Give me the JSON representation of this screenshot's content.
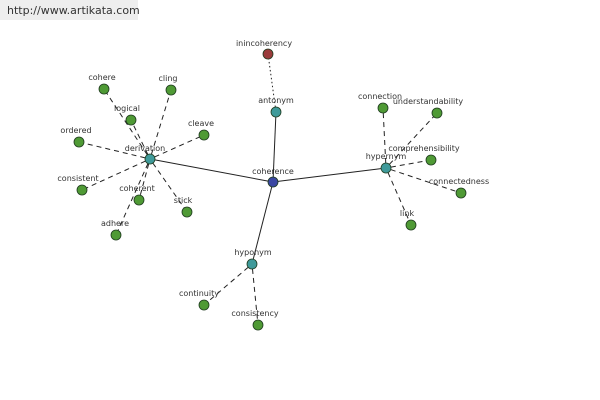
{
  "site_url": "http://www.artikata.com",
  "colors": {
    "center": "#3b47a3",
    "hub": "#3f9a9a",
    "leaf": "#4f9a35",
    "antonym_leaf": "#9a3b3b",
    "edge": "#222222",
    "node_stroke": "#1e3a1e"
  },
  "graph": {
    "nodes": [
      {
        "id": "coherence",
        "label": "coherence",
        "kind": "center"
      },
      {
        "id": "antonym",
        "label": "antonym",
        "kind": "hub"
      },
      {
        "id": "derivation",
        "label": "derivation",
        "kind": "hub"
      },
      {
        "id": "hypernym",
        "label": "hypernym",
        "kind": "hub"
      },
      {
        "id": "hyponym",
        "label": "hyponym",
        "kind": "hub"
      },
      {
        "id": "inincoherency",
        "label": "inincoherency",
        "kind": "antonym_leaf"
      },
      {
        "id": "cohere",
        "label": "cohere",
        "kind": "leaf"
      },
      {
        "id": "cling",
        "label": "cling",
        "kind": "leaf"
      },
      {
        "id": "logical",
        "label": "logical",
        "kind": "leaf"
      },
      {
        "id": "ordered",
        "label": "ordered",
        "kind": "leaf"
      },
      {
        "id": "cleave",
        "label": "cleave",
        "kind": "leaf"
      },
      {
        "id": "consistent",
        "label": "consistent",
        "kind": "leaf"
      },
      {
        "id": "coherent",
        "label": "coherent",
        "kind": "leaf"
      },
      {
        "id": "stick",
        "label": "stick",
        "kind": "leaf"
      },
      {
        "id": "adhere",
        "label": "adhere",
        "kind": "leaf"
      },
      {
        "id": "connection",
        "label": "connection",
        "kind": "leaf"
      },
      {
        "id": "understandability",
        "label": "understandability",
        "kind": "leaf"
      },
      {
        "id": "comprehensibility",
        "label": "comprehensibility",
        "kind": "leaf"
      },
      {
        "id": "connectedness",
        "label": "connectedness",
        "kind": "leaf"
      },
      {
        "id": "link",
        "label": "link",
        "kind": "leaf"
      },
      {
        "id": "continuity",
        "label": "continuity",
        "kind": "leaf"
      },
      {
        "id": "consistency",
        "label": "consistency",
        "kind": "leaf"
      }
    ],
    "edges": [
      {
        "from": "coherence",
        "to": "antonym",
        "style": "solid"
      },
      {
        "from": "coherence",
        "to": "derivation",
        "style": "solid"
      },
      {
        "from": "coherence",
        "to": "hypernym",
        "style": "solid"
      },
      {
        "from": "coherence",
        "to": "hyponym",
        "style": "solid"
      },
      {
        "from": "antonym",
        "to": "inincoherency",
        "style": "dotted"
      },
      {
        "from": "derivation",
        "to": "cohere",
        "style": "dashed"
      },
      {
        "from": "derivation",
        "to": "cling",
        "style": "dashed"
      },
      {
        "from": "derivation",
        "to": "logical",
        "style": "dashed"
      },
      {
        "from": "derivation",
        "to": "ordered",
        "style": "dashed"
      },
      {
        "from": "derivation",
        "to": "cleave",
        "style": "dashed"
      },
      {
        "from": "derivation",
        "to": "consistent",
        "style": "dashed"
      },
      {
        "from": "derivation",
        "to": "coherent",
        "style": "dashed"
      },
      {
        "from": "derivation",
        "to": "stick",
        "style": "dashed"
      },
      {
        "from": "derivation",
        "to": "adhere",
        "style": "dashed"
      },
      {
        "from": "hypernym",
        "to": "connection",
        "style": "dashed"
      },
      {
        "from": "hypernym",
        "to": "understandability",
        "style": "dashed"
      },
      {
        "from": "hypernym",
        "to": "comprehensibility",
        "style": "dashed"
      },
      {
        "from": "hypernym",
        "to": "connectedness",
        "style": "dashed"
      },
      {
        "from": "hypernym",
        "to": "link",
        "style": "dashed"
      },
      {
        "from": "hyponym",
        "to": "continuity",
        "style": "dashed"
      },
      {
        "from": "hyponym",
        "to": "consistency",
        "style": "dashed"
      }
    ]
  }
}
